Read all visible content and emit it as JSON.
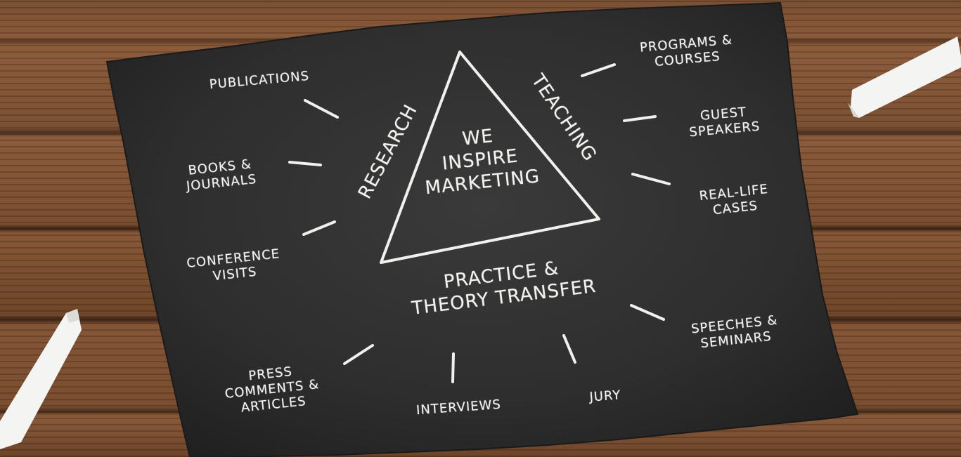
{
  "center": [
    "WE",
    "INSPIRE",
    "MARKETING"
  ],
  "sides": {
    "research": "RESEARCH",
    "teaching": "TEACHING",
    "practice": [
      "PRACTICE &",
      "THEORY TRANSFER"
    ]
  },
  "left_items": {
    "publications": [
      "PUBLICATIONS"
    ],
    "books": [
      "BOOKS &",
      "JOURNALS"
    ],
    "conference": [
      "CONFERENCE",
      "VISITS"
    ]
  },
  "right_items": {
    "programs": [
      "PROGRAMS &",
      "COURSES"
    ],
    "guest": [
      "GUEST",
      "SPEAKERS"
    ],
    "cases": [
      "REAL-LIFE",
      "CASES"
    ]
  },
  "bottom_items": {
    "press": [
      "PRESS",
      "COMMENTS &",
      "ARTICLES"
    ],
    "interviews": [
      "INTERVIEWS"
    ],
    "jury": [
      "JURY"
    ],
    "speeches": [
      "SPEECHES &",
      "SEMINARS"
    ]
  },
  "colors": {
    "chalkboard": "#2b2b2b",
    "chalk": "#f2f2ef",
    "wood": "#7a4f33"
  }
}
